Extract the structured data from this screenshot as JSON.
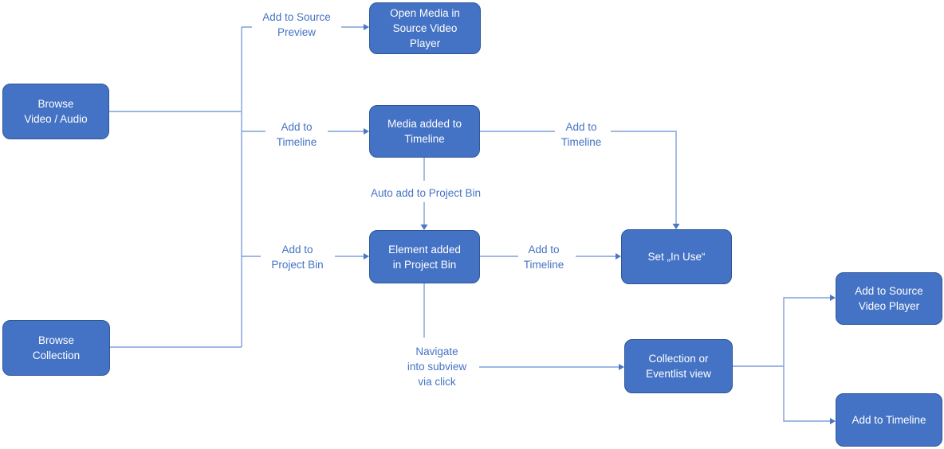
{
  "diagram": {
    "title": "Media browsing and timeline workflow flowchart",
    "colors": {
      "node_fill": "#4472C4",
      "node_border": "#2F5597",
      "node_text": "#FFFFFF",
      "edge_label_text": "#4472C4",
      "connector_line": "#7FA0D8",
      "arrowhead": "#4A78C5",
      "background": "#FFFFFF"
    },
    "nodes": {
      "browse_video_audio": "Browse\nVideo / Audio",
      "browse_collection": "Browse\nCollection",
      "open_media_in_source_video_player": "Open Media in\nSource Video\nPlayer",
      "media_added_to_timeline": "Media added to\nTimeline",
      "element_added_in_project_bin": "Element added\nin Project Bin",
      "set_in_use": "Set „In Use“",
      "collection_or_eventlist_view": "Collection or\nEventlist view",
      "add_to_source_video_player": "Add to Source\nVideo Player",
      "add_to_timeline_node": "Add to Timeline"
    },
    "edge_labels": {
      "add_to_source_preview": "Add to Source\nPreview",
      "add_to_timeline_branch": "Add to\nTimeline",
      "add_to_project_bin": "Add to\nProject Bin",
      "auto_add_to_project_bin": "Auto add to Project Bin",
      "add_to_timeline_from_media": "Add to\nTimeline",
      "add_to_timeline_from_element": "Add to\nTimeline",
      "navigate_into_subview": "Navigate\ninto subview\nvia click"
    }
  }
}
